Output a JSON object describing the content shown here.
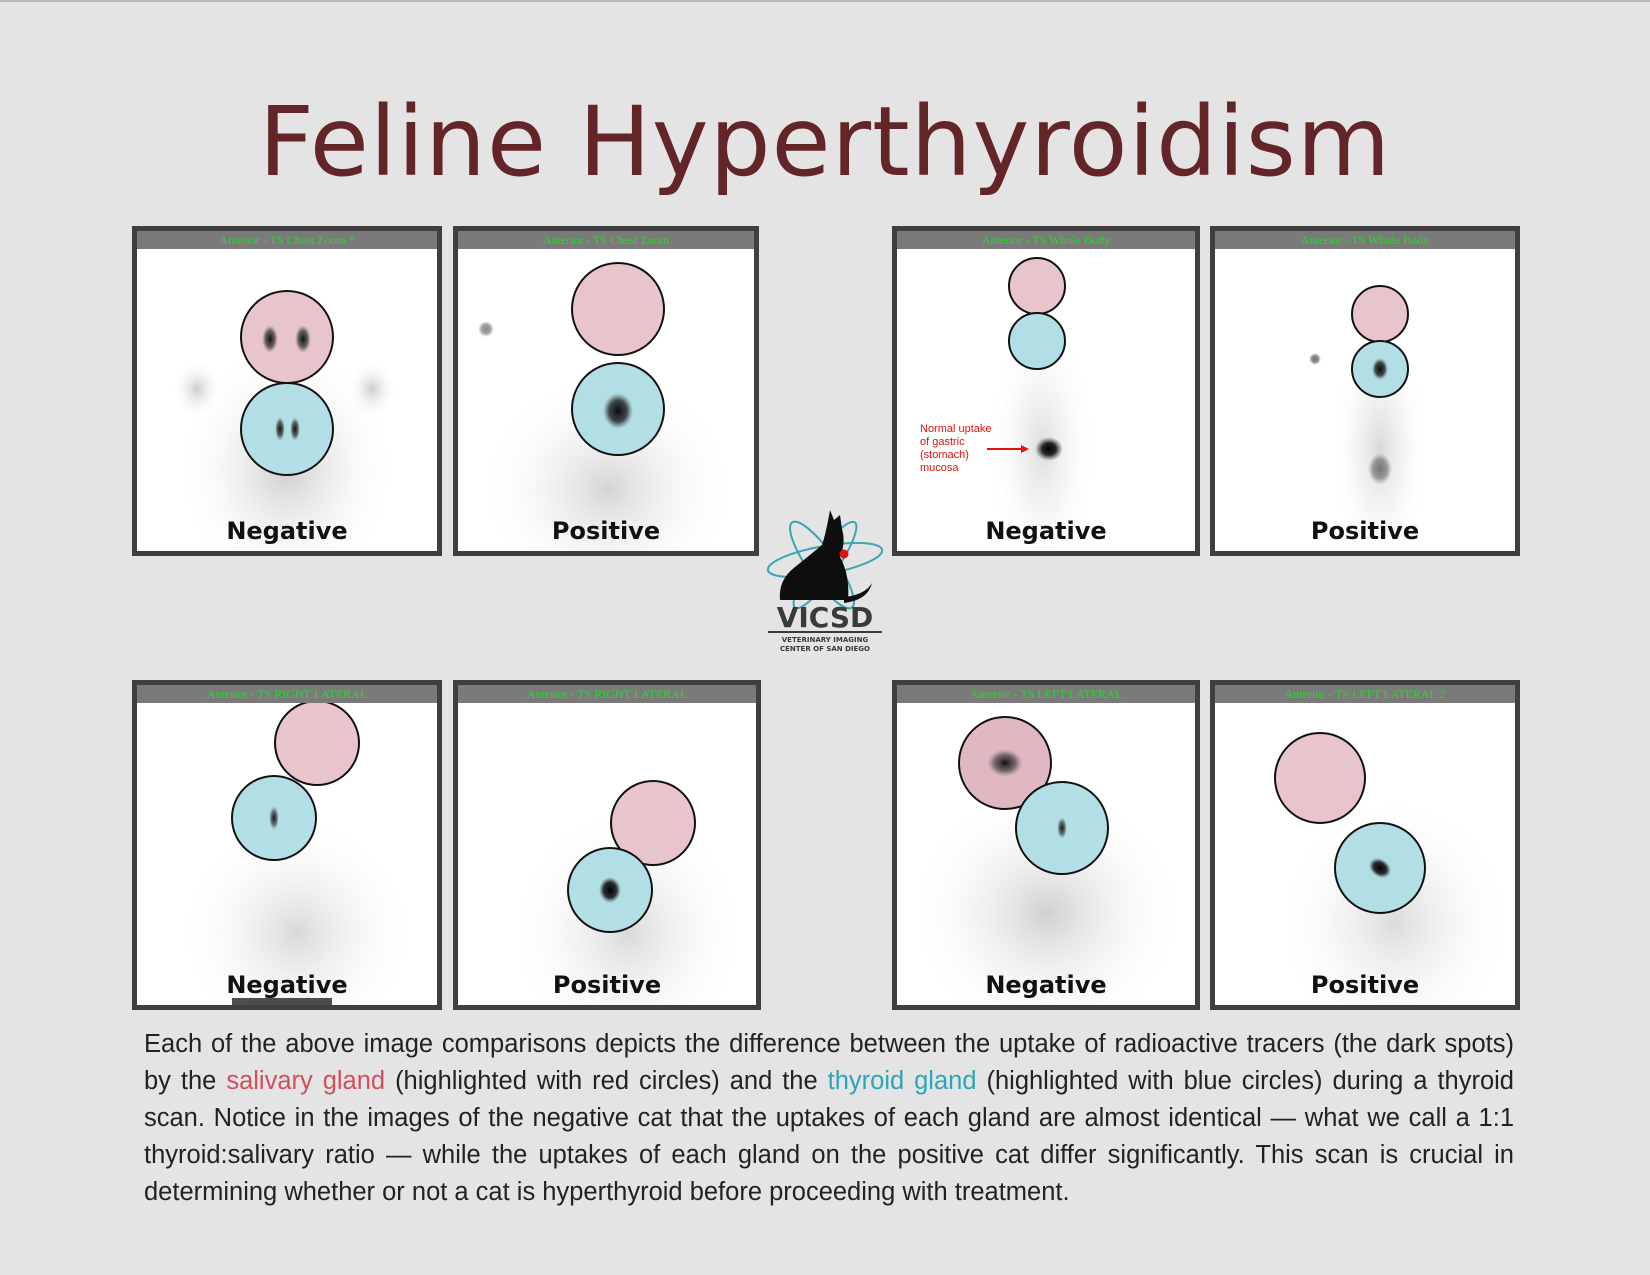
{
  "title": "Feline Hyperthyroidism",
  "panels": [
    {
      "header": "Anterior - TS Chest Zoom *",
      "label": "Negative"
    },
    {
      "header": "Anterior - TS Chest Zoom",
      "label": "Positive"
    },
    {
      "header": "Anterior - TS Whole Body",
      "label": "Negative"
    },
    {
      "header": "Anterior - TS Whole Body",
      "label": "Positive"
    },
    {
      "header": "Anterior - TS RIGHT LATERAL",
      "label": "Negative"
    },
    {
      "header": "Anterior - TS RIGHT LATERAL",
      "label": "Positive"
    },
    {
      "header": "Anterior - TS LEFT LATERAL",
      "label": "Negative"
    },
    {
      "header": "Anterior - TS LEFT LATERAL 2",
      "label": "Positive"
    }
  ],
  "annotation": {
    "text_lines": [
      "Normal uptake",
      "of gastric",
      "(stomach)",
      "mucosa"
    ]
  },
  "logo": {
    "name": "VICSD",
    "tagline_1": "VETERINARY IMAGING",
    "tagline_2": "CENTER OF SAN DIEGO"
  },
  "caption": {
    "part1": "Each of the above image comparisons depicts the difference between the uptake of radioactive tracers (the dark spots) by the ",
    "salivary": "salivary gland",
    "part2": " (highlighted with red circles) and the ",
    "thyroid": "thyroid gland",
    "part3": " (highlighted with blue circles) during a thyroid scan. Notice in the images of the negative cat that the uptakes of each gland are almost identical — what we call a 1:1 thyroid:salivary ratio — while the uptakes of each gland on the positive cat differ significantly. This scan is crucial in determining whether or not a cat is hyperthyroid before proceeding with treatment."
  },
  "colors": {
    "title": "#632528",
    "salivary": "#d14f5e",
    "thyroid": "#2ba6b8",
    "header_text": "#22dd22",
    "annotation": "#e01010"
  }
}
